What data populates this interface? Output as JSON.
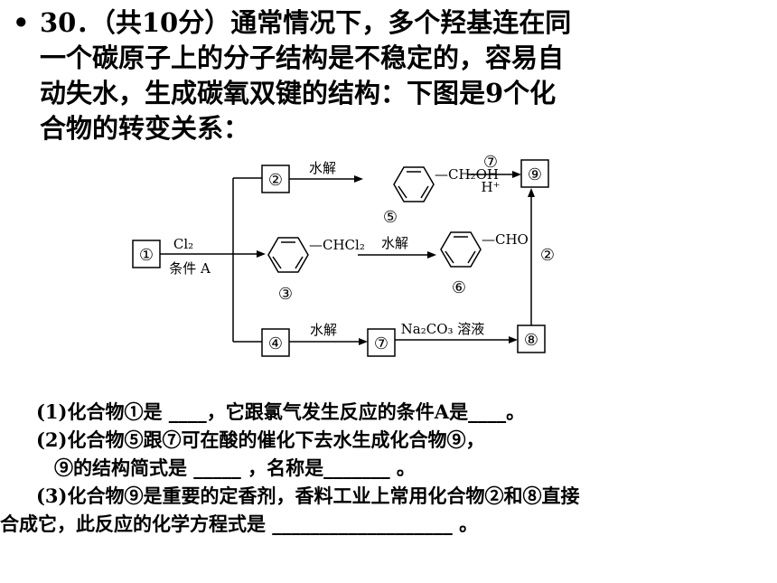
{
  "question": {
    "bullet": "•",
    "intro_lines": [
      "30．（共10分）通常情况下，多个羟基连在同",
      "一个碳原子上的分子结构是不稳定的，容易自",
      "动失水，生成碳氧双键的结构：下图是9个化",
      "合物的转变关系："
    ],
    "parts": [
      "(1)化合物①是 ____，它跟氯气发生反应的条件A是____。",
      "(2)化合物⑤跟⑦可在酸的催化下去水生成化合物⑨，",
      "⑨的结构简式是 _____ ，名称是_______ 。",
      "(3)化合物⑨是重要的定香剂，香料工业上常用化合物②和⑧直接",
      "合成它，此反应的化学方程式是 ___________________ 。"
    ]
  },
  "diagram": {
    "compounds": [
      "①",
      "②",
      "③",
      "④",
      "⑤",
      "⑥",
      "⑦",
      "⑧",
      "⑨"
    ],
    "labels": {
      "cl2": "Cl₂",
      "condition_a": "条件 A",
      "hydrolysis": "水解",
      "ch2oh": "—CH₂OH",
      "chcl2": "—CHCl₂",
      "cho": "—CHO",
      "na2co3": "Na₂CO₃ 溶液",
      "h_plus": "H⁺",
      "step7": "⑦",
      "step2": "②"
    }
  }
}
